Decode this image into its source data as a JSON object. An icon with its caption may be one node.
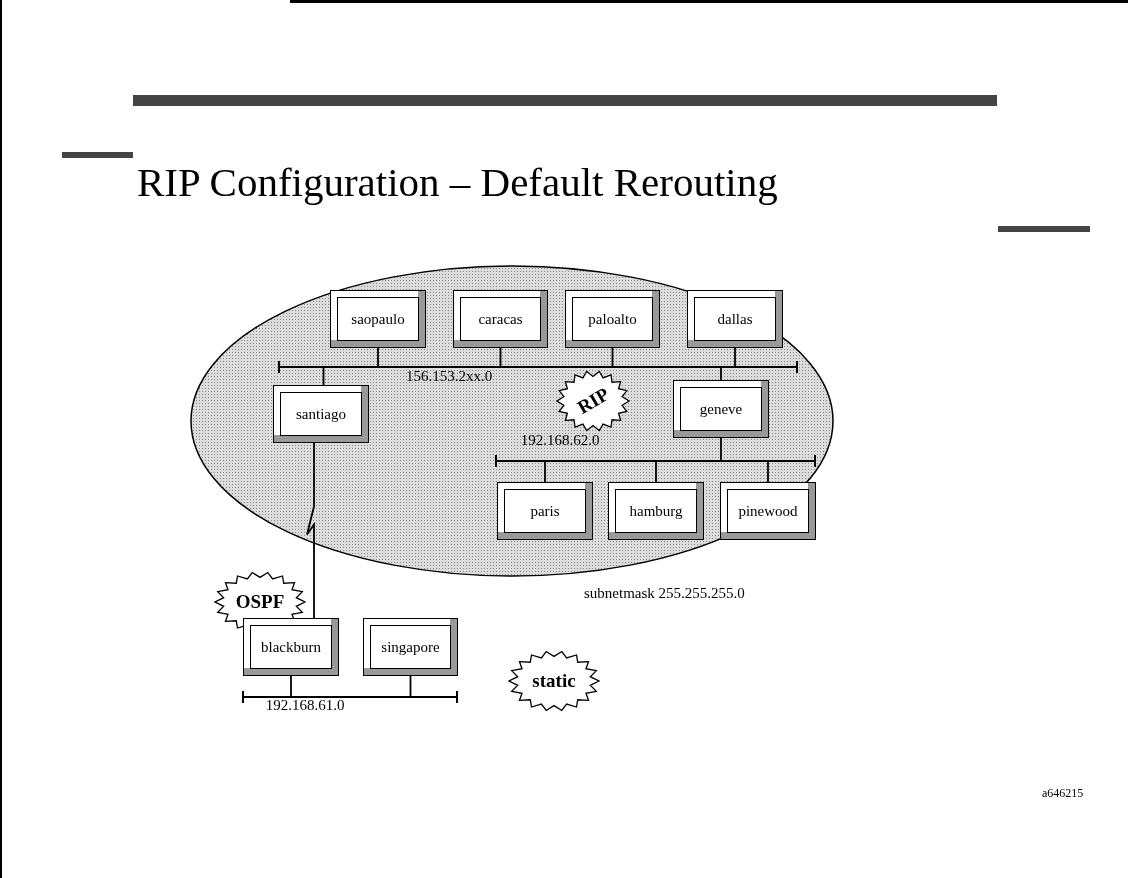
{
  "diagram": {
    "title": "RIP Configuration – Default Rerouting",
    "nodes": [
      {
        "text": [],
        "shape": "ellipse",
        "beside": [
          "subnetmask 255.255.255.0"
        ]
      },
      {
        "text": [
          "saopaulo"
        ],
        "in": 0
      },
      {
        "text": [
          "caracas"
        ],
        "in": 0
      },
      {
        "text": [
          "paloalto"
        ],
        "in": 0
      },
      {
        "text": [
          "dallas"
        ],
        "in": 0
      },
      {
        "text": [],
        "shape": "bar",
        "in": 0,
        "beside": [
          "156.153.2xx.0"
        ]
      },
      {
        "text": [
          "santiago"
        ],
        "in": 0
      },
      {
        "text": [
          "RIP"
        ],
        "in": 0
      },
      {
        "text": [
          "geneve"
        ],
        "in": 0
      },
      {
        "text": [],
        "shape": "bar",
        "in": 0,
        "beside": [
          "192.168.62.0"
        ]
      },
      {
        "text": [
          "paris"
        ],
        "in": 0
      },
      {
        "text": [
          "hamburg"
        ],
        "in": 0
      },
      {
        "text": [
          "pinewood"
        ],
        "in": 0
      },
      {
        "text": [
          "OSPF"
        ]
      },
      {
        "text": [
          "blackburn"
        ]
      },
      {
        "text": [
          "singapore"
        ]
      },
      {
        "text": [],
        "shape": "bar",
        "beside": [
          "192.168.61.0"
        ]
      },
      {
        "text": [
          "static"
        ]
      }
    ],
    "edges": [
      {
        "from": 1,
        "to": 5,
        "arrow": "none"
      },
      {
        "from": 2,
        "to": 5,
        "arrow": "none"
      },
      {
        "from": 3,
        "to": 5,
        "arrow": "none"
      },
      {
        "from": 4,
        "to": 5,
        "arrow": "none"
      },
      {
        "from": 5,
        "to": 6,
        "arrow": "none"
      },
      {
        "from": 5,
        "to": 8,
        "arrow": "none"
      },
      {
        "from": 8,
        "to": 9,
        "arrow": "none"
      },
      {
        "from": 9,
        "to": 10,
        "arrow": "none"
      },
      {
        "from": 9,
        "to": 11,
        "arrow": "none"
      },
      {
        "from": 9,
        "to": 12,
        "arrow": "none"
      },
      {
        "from": 6,
        "to": 14,
        "arrow": "none"
      },
      {
        "from": 14,
        "to": 16,
        "arrow": "none"
      },
      {
        "from": 15,
        "to": 16,
        "arrow": "none"
      }
    ],
    "labels": [
      "a646215"
    ]
  }
}
